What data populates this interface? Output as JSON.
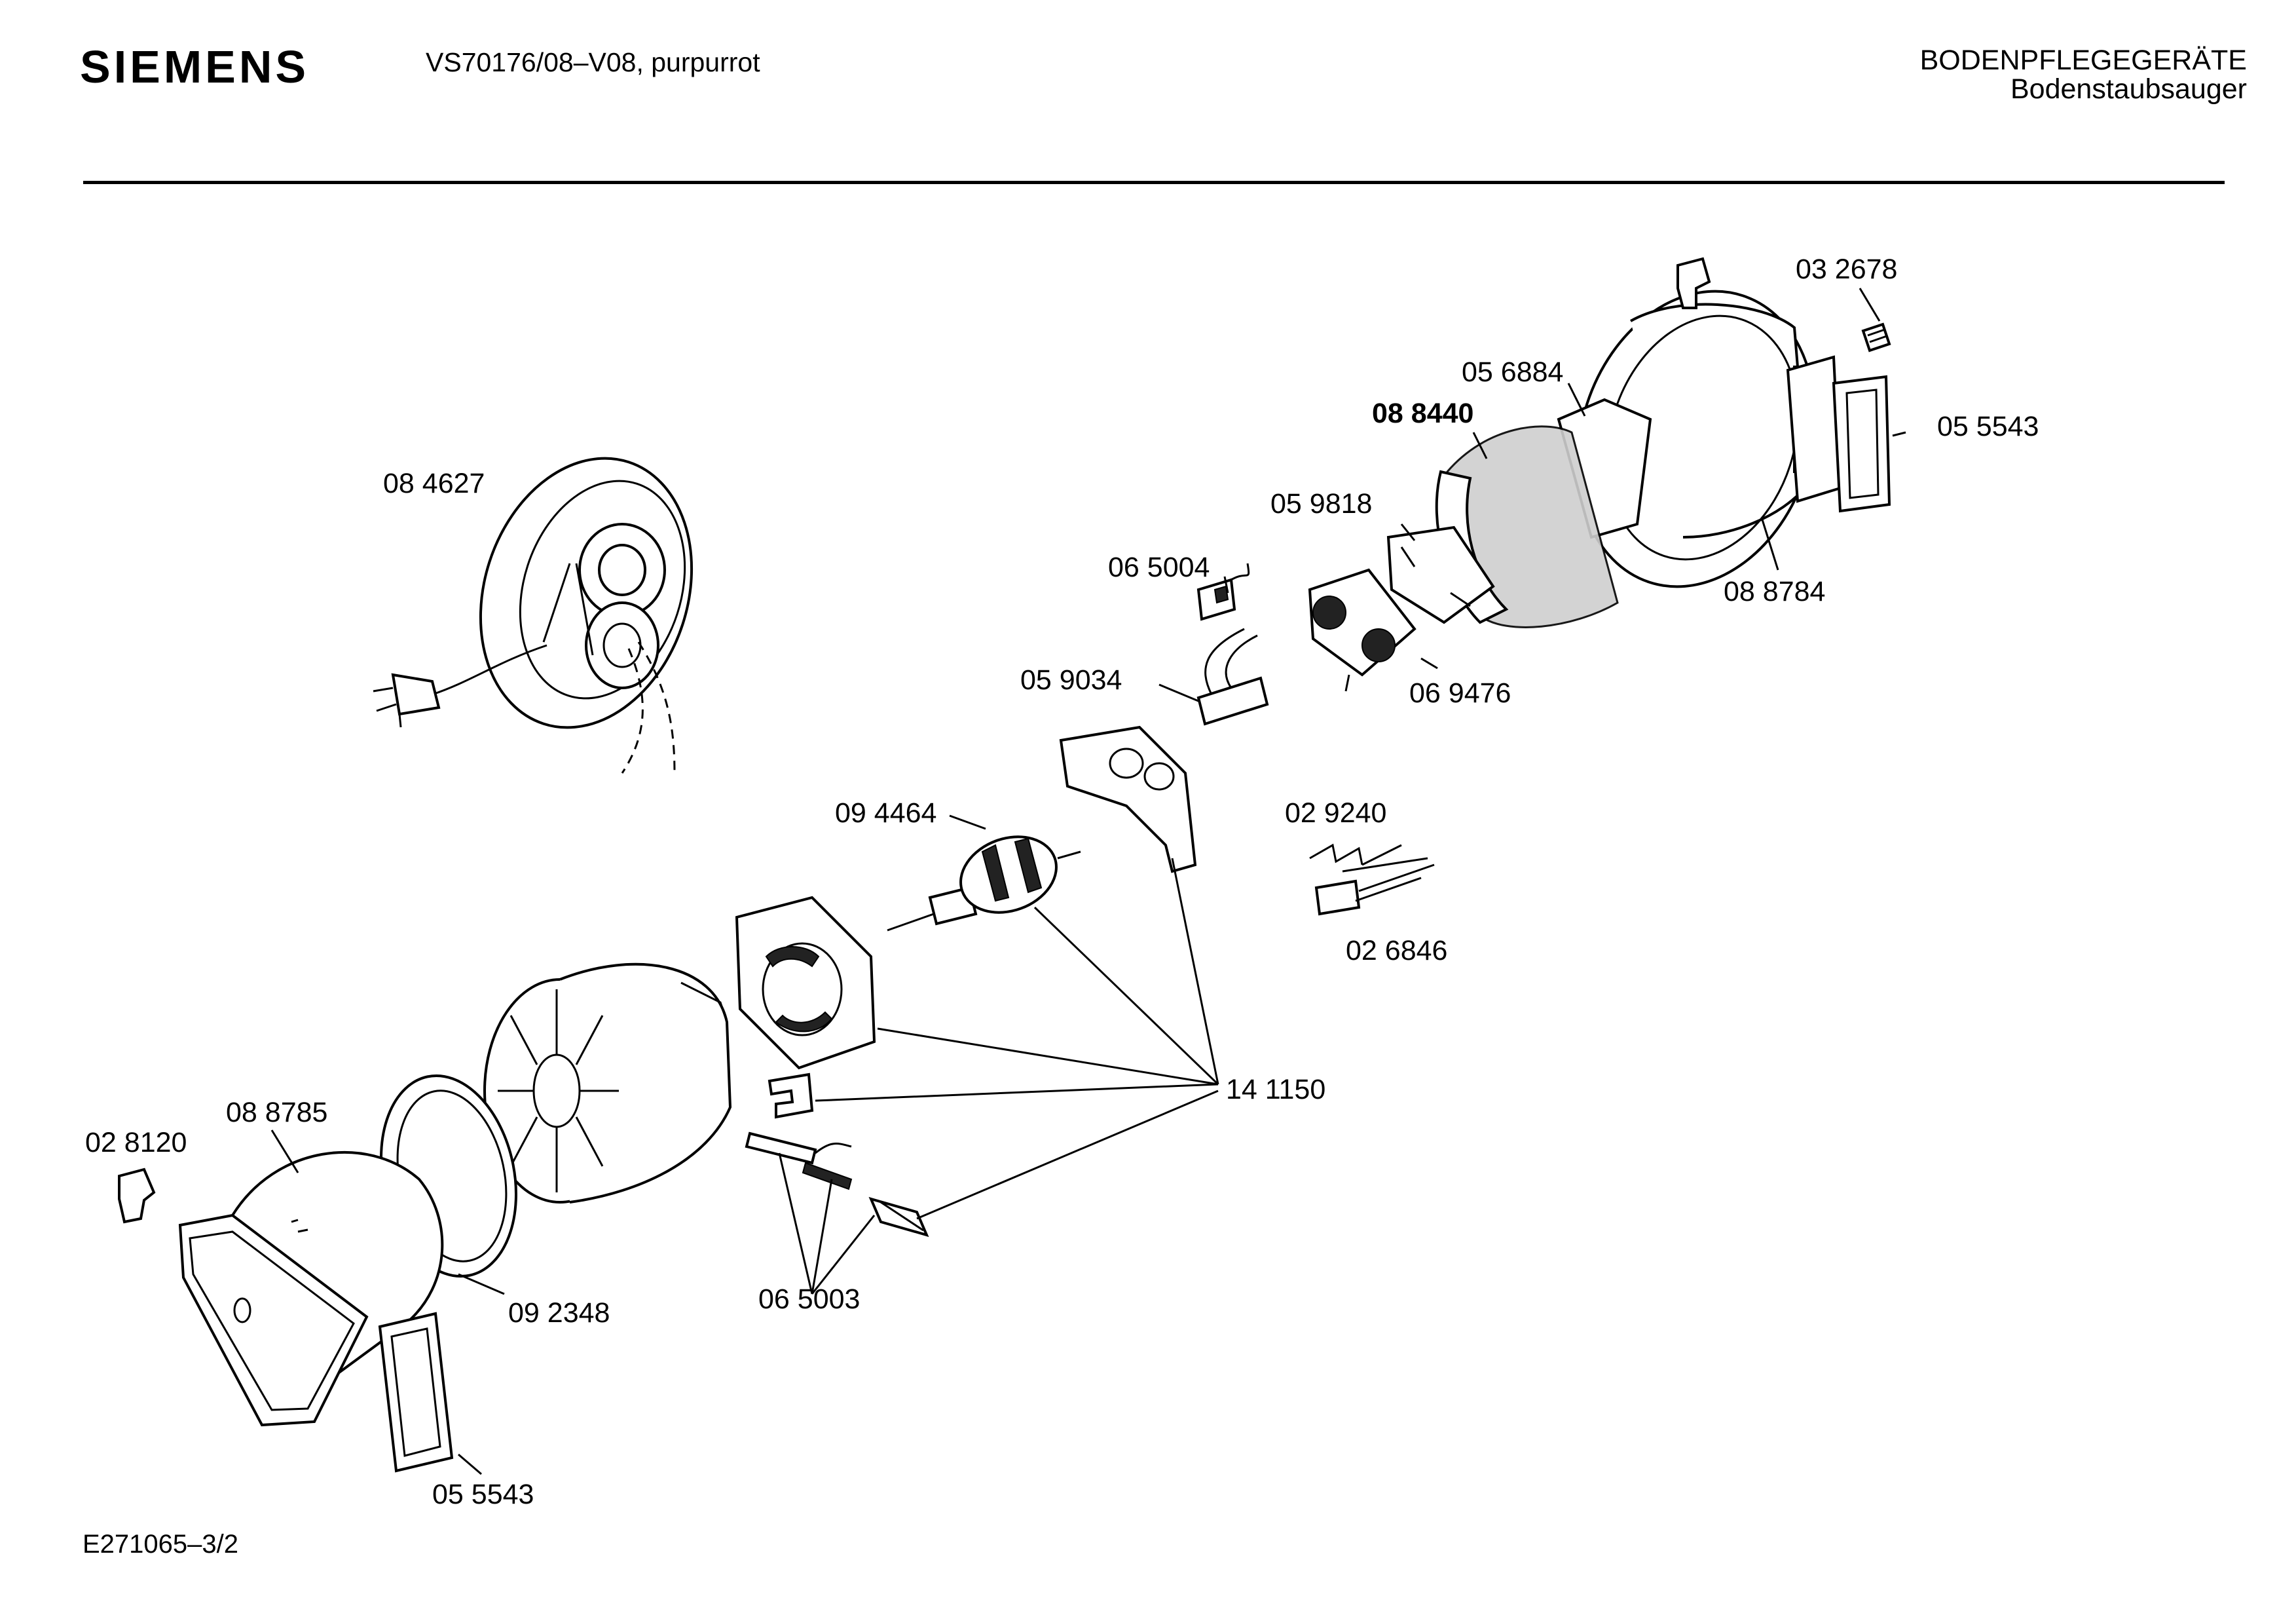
{
  "header": {
    "brand": "SIEMENS",
    "model": "VS70176/08–V08, purpurrot",
    "category": "BODENPFLEGEGERÄTE",
    "subcategory": "Bodenstaubsauger"
  },
  "footer": {
    "reference": "E271065–3/2"
  },
  "parts": {
    "p032678": "03 2678",
    "p056884": "05 6884",
    "p088440": "08 8440",
    "p055543a": "05 5543",
    "p084627": "08 4627",
    "p059818": "05 9818",
    "p065004": "06 5004",
    "p088784": "08 8784",
    "p059034": "05 9034",
    "p069476": "06 9476",
    "p094464": "09 4464",
    "p029240": "02 9240",
    "p026846": "02 6846",
    "p141150": "14 1150",
    "p088785": "08 8785",
    "p028120": "02 8120",
    "p092348": "09 2348",
    "p065003": "06 5003",
    "p055543b": "05 5543"
  }
}
